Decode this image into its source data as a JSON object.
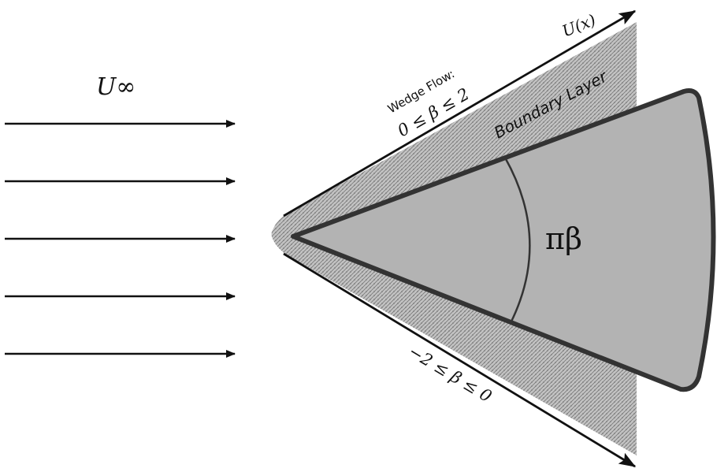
{
  "labels": {
    "freestream": "U∞",
    "edge_velocity": "U(x)",
    "wedge_flow": "Wedge Flow:",
    "range_positive": "0 ≤ β ≤ 2",
    "range_negative": "−2 ≤ β ≤ 0",
    "boundary_layer": "Boundary Layer",
    "wedge_angle": "πβ"
  },
  "colors": {
    "wedge_fill": "#b3b3b3",
    "wedge_stroke": "#333333",
    "boundary_layer": "#9a9a9a",
    "arrow": "#111111"
  },
  "icons": {
    "incoming_flow": "right-arrow",
    "edge_velocity": "diagonal-arrow"
  }
}
